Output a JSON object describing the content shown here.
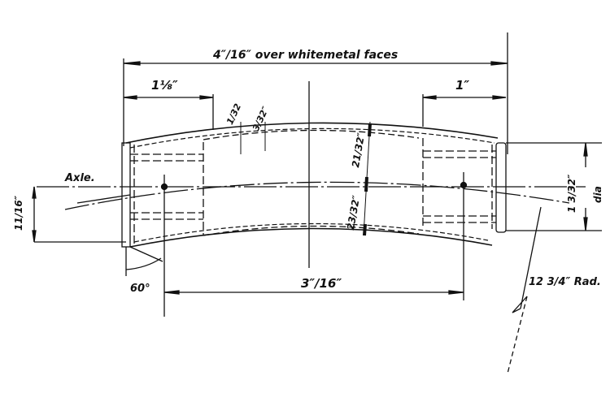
{
  "drawing": {
    "subject": "Curved axle bearing / whitemetal bushing, side elevation",
    "ink_color": "#111111",
    "paper_color": "#ffffff"
  },
  "dimensions": {
    "overall_length": "4″/16″ over whitemetal faces",
    "left_flange_width": "1⅛″",
    "right_flange_width": "1″",
    "clearance_small": "1/32",
    "clearance_medium": "3/32″",
    "upper_thickness": "21/32″",
    "lower_thickness": "23/32″",
    "axle_offset": "11/16″",
    "end_diameter": "1 3/32″",
    "end_diameter_suffix": "dia",
    "centre_span": "3″/16″",
    "chamfer_angle": "60°",
    "radius": "12 3/4″ Rad."
  },
  "labels": {
    "axle_centreline": "Axle."
  }
}
